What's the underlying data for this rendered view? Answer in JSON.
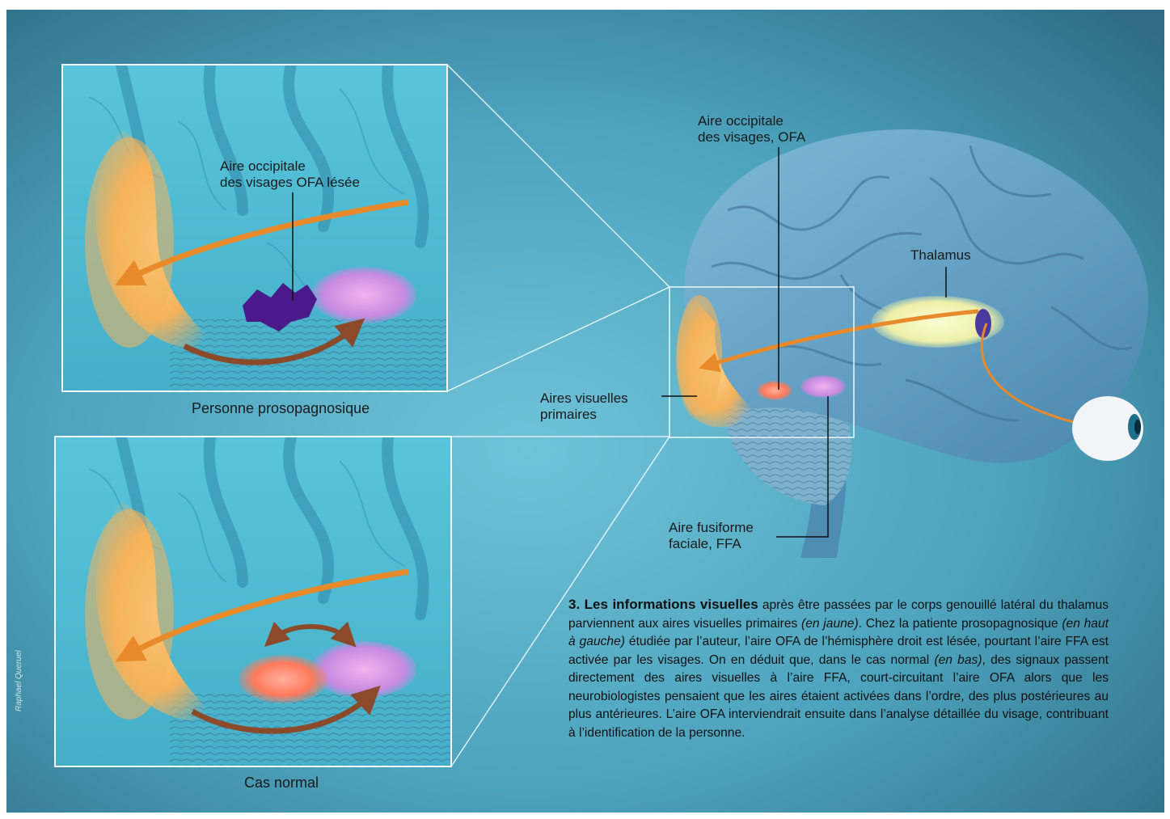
{
  "labels": {
    "inset_top": [
      "Aire occipitale",
      "des visages OFA lésée"
    ],
    "caption_top": "Personne prosopagnosique",
    "caption_bottom": "Cas normal",
    "ofa": [
      "Aire occipitale",
      "des visages, OFA"
    ],
    "thalamus": "Thalamus",
    "visual": [
      "Aires visuelles",
      "primaires"
    ],
    "ffa": [
      "Aire fusiforme",
      "faciale, FFA"
    ]
  },
  "credit": "Raphael Queruel",
  "paragraph": {
    "lead": "3. Les informations visuelles",
    "t1": " après être passées par le corps genouillé latéral du thalamus parviennent aux aires visuelles primaires ",
    "i1": "(en jaune)",
    "t2": ". Chez la patiente prosopagnosique ",
    "i2": "(en haut à gauche)",
    "t3": " étudiée par l’auteur, l’aire OFA de l’hémisphère droit est lésée, pourtant l’aire FFA est activée par les visages. On en déduit que, dans le cas normal ",
    "i3": "(en bas)",
    "t4": ", des signaux passent directement des aires visuelles à l’aire FFA, court-circuitant l’aire OFA alors que les neurobiologistes pensaient que les aires étaient activées dans l’ordre, des plus postérieures au plus antérieures. L’aire OFA interviendrait ensuite dans l’analyse détaillée du visage, contribuant à l’identification de la personne."
  },
  "colors": {
    "background": "#3d8aa3",
    "inset_background": "#5cc8dc",
    "visual_area": "#f5b25a",
    "ofa": "#ff7a5a",
    "ffa": "#c78ae0",
    "lesion": "#4a1a8a",
    "arrow": "#e8892a",
    "arrow_dark": "#8b4a2a",
    "thalamus": "#eef0a8"
  }
}
